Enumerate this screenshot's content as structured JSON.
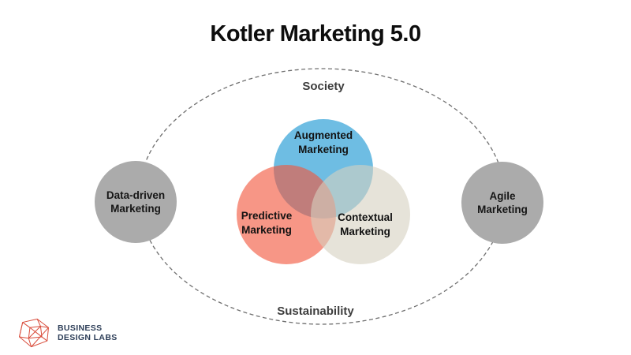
{
  "title": "Kotler Marketing 5.0",
  "environment": {
    "top_label": "Society",
    "bottom_label": "Sustainability",
    "ellipse_stroke_color": "#6F6F6F",
    "ellipse_style": "dashed"
  },
  "venn": {
    "circles": [
      {
        "label": "Augmented Marketing",
        "color": "#55B2DE"
      },
      {
        "label": "Predictive Marketing",
        "color": "#F2553C"
      },
      {
        "label": "Contextual Marketing",
        "color": "#D6D1BF"
      }
    ]
  },
  "side_circles": [
    {
      "label": "Data-driven Marketing",
      "color": "#ABABAB"
    },
    {
      "label": "Agile Marketing",
      "color": "#ABABAB"
    }
  ],
  "logo": {
    "line1": "BUSINESS",
    "line2": "DESIGN LABS",
    "icon": "wireframe-gem-icon",
    "icon_color": "#D94D3C",
    "text_color": "#2D3E58"
  },
  "canvas": {
    "background": "#FFFFFF"
  }
}
